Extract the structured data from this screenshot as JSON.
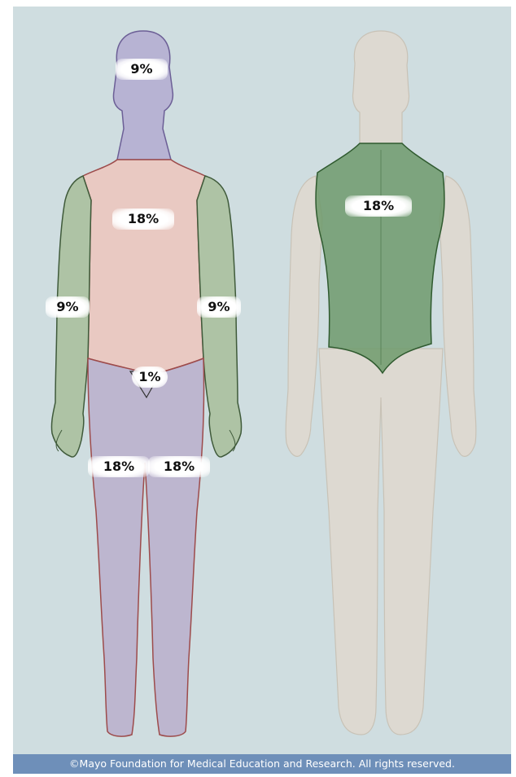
{
  "figure": {
    "front": {
      "head": "9%",
      "torso": "18%",
      "left_arm": "9%",
      "right_arm": "9%",
      "groin": "1%",
      "left_leg": "18%",
      "right_leg": "18%"
    },
    "back": {
      "torso": "18%"
    }
  },
  "colors": {
    "background": "#cfdde0",
    "head_fill": "#b7b3d3",
    "torso_fill": "#e9c9c2",
    "arm_fill": "#aec3a5",
    "leg_fill": "#bdb6cf",
    "back_torso_fill": "#6f9a6c",
    "body_back_fill": "#ddd9d1",
    "footer_background": "#6e8fb9"
  },
  "footer": {
    "copyright": "©Mayo Foundation for Medical Education and Research.  All rights reserved."
  }
}
